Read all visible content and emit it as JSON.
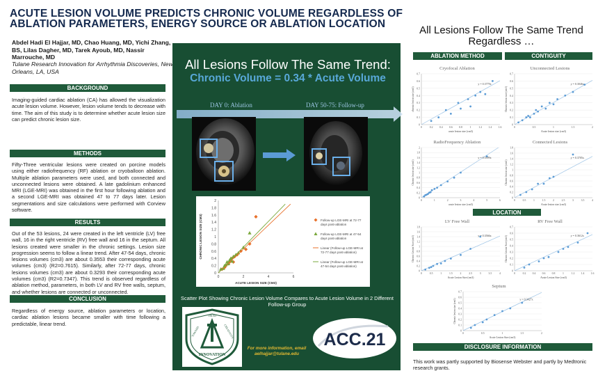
{
  "poster": {
    "title": "ACUTE LESION VOLUME PREDICTS CHRONIC VOLUME REGARDLESS OF ABLATION PARAMETERS, ENERGY SOURCE OR ABLATION LOCATION",
    "authors": "Abdel Hadi El Hajjar, MD, Chao Huang, MD, Yichi Zhang, BS, Lilas Dagher, MD, Tarek Ayoub, MD, Nassir Marrouche, MD",
    "affiliation": "Tulane Research Innovation for Arrhythmia Discoveries, New Orleans, LA, USA"
  },
  "sections": {
    "background": {
      "header": "BACKGROUND",
      "text": "Imaging-guided cardiac ablation (CA) has allowed the visualization acute lesion volume. However, lesion volume tends to decrease with time. The aim of this study is to determine whether acute lesion size can predict chronic lesion size."
    },
    "methods": {
      "header": "METHODS",
      "text": "Fifty-Three ventricular lesions were created on porcine models using either radiofrequency (RF) ablation or cryoballoon ablation. Multiple ablation parameters were used, and both connected and unconnected lesions were obtained. A late gadolinium enhanced MRI (LGE-MRI) was obtained in the first hour following ablation and a second LGE-MRI was obtained 47 to 77 days later. Lesion segmentations and size calculations were performed with Corview software."
    },
    "results": {
      "header": "RESULTS",
      "text": "Out of the 53 lesions, 24 were created in the left ventricle (LV) free wall, 16 in the right ventricle (RV) free wall and 16 in the septum. All lesions created were smaller in the chronic settings. Lesion size progression seems to follow a linear trend. After 47-54 days, chronic lesions volumes (cm3) are about 0.3553 their corresponding acute volumes (cm3) (R2=0.7615). Similarly, after 72-77 days, chronic lesions volumes (cm3) are about 0.3293 their corresponding acute volumes (cm3) (R2=0.7347). This trend is observed regardless of ablation method, parameters, in both LV and RV free walls, septum, and whether lesions are connected or unconnected."
    },
    "conclusion": {
      "header": "CONCLUSION",
      "text": "Regardless of energy source, ablation parameters or location, cardiac ablation lesions became smaller with time following a predictable, linear trend."
    }
  },
  "center": {
    "headline": "All Lesions Follow The Same Trend:",
    "equation": "Chronic Volume = 0.34 * Acute Volume",
    "day0_label": "DAY 0: Ablation",
    "day50_label": "DAY 50-75: Follow-up",
    "caption": "Scatter Plot Showing Chronic Lesion Volume Compares to Acute Lesion Volume in 2 Different Follow-up Group",
    "more_info": "For more information, email aelhajjar@tulane.edu",
    "logo_text": "ACC.21",
    "seal_text": [
      "TOWARD",
      "CREATIVITY",
      "INNOVATION",
      "TRIAD"
    ]
  },
  "colors": {
    "green": "#1f5a3a",
    "navy": "#14294e",
    "orange": "#e8702a",
    "olive": "#7aa83c",
    "blue": "#5b9bd5"
  },
  "right": {
    "title": "All Lesions Follow The Same Trend Regardless …",
    "ablation_header": "ABLATION METHOD",
    "contiguity_header": "CONTIGUITY",
    "location_header": "LOCATION",
    "disclosure_header": "DISCLOSURE INFORMATION",
    "disclosure_text": "This work was partly supported by Biosense Webster and partly by Medtronic research grants."
  },
  "chart_data": [
    {
      "type": "scatter",
      "title": "",
      "xlabel": "ACUTE LESION SIZE (CM3)",
      "ylabel": "CHRONIC LESION SIZE (CM3)",
      "xlim": [
        0,
        6
      ],
      "ylim": [
        0,
        2
      ],
      "xticks": [
        0,
        2,
        4,
        6
      ],
      "yticks": [
        0,
        0.2,
        0.4,
        0.6,
        0.8,
        1,
        1.2,
        1.4,
        1.6,
        1.8,
        2
      ],
      "legend_position": "right",
      "series": [
        {
          "name": "Follow-up LGE-MRI at 72-77 days post-ablation",
          "color": "#e8702a",
          "marker": "diamond",
          "x": [
            0.3,
            0.5,
            0.6,
            0.8,
            0.9,
            1.0,
            1.1,
            1.2,
            1.3,
            1.5,
            1.8,
            2.2,
            2.5,
            3.0
          ],
          "y": [
            0.1,
            0.15,
            0.2,
            0.25,
            0.3,
            0.35,
            0.4,
            0.3,
            0.45,
            0.5,
            0.6,
            0.65,
            0.8,
            1.55
          ]
        },
        {
          "name": "Follow-up LGE-MRI at 47-54 days post-ablation",
          "color": "#7aa83c",
          "marker": "triangle",
          "x": [
            0.2,
            0.4,
            0.5,
            0.6,
            0.7,
            0.8,
            0.9,
            1.0,
            1.1,
            1.2,
            1.4,
            1.6,
            2.0,
            2.5
          ],
          "y": [
            0.1,
            0.12,
            0.2,
            0.22,
            0.3,
            0.25,
            0.35,
            0.4,
            0.32,
            0.45,
            0.5,
            0.55,
            0.7,
            1.1
          ]
        },
        {
          "name": "Linear (Follow-up LGE-MRI at 72-77 days post-ablation)",
          "color": "#e8702a",
          "marker": "line",
          "slope": 0.3293
        },
        {
          "name": "Linear (Follow-up LGE-MRI at 47-54 days post-ablation)",
          "color": "#7aa83c",
          "marker": "line",
          "slope": 0.3553
        }
      ]
    },
    {
      "type": "scatter",
      "title": "Cryofocal Ablation",
      "xlabel": "acute lesion size (cm3)",
      "ylabel": "chronic lesion size (cm3)",
      "xlim": [
        0,
        1.6
      ],
      "ylim": [
        0,
        0.7
      ],
      "xticks": [
        "0",
        "0.2",
        "0.4",
        "0.6",
        "0.8",
        "1",
        "1.2",
        "1.4",
        "1.6"
      ],
      "yticks": [
        "0",
        "0.1",
        "0.2",
        "0.3",
        "0.4",
        "0.5",
        "0.6",
        "0.7"
      ],
      "equation": "y = 0.3779x",
      "x": [
        0.2,
        0.35,
        0.5,
        0.6,
        0.75,
        0.8,
        0.95,
        1.0,
        1.1,
        1.2,
        1.3,
        1.45
      ],
      "y": [
        0.05,
        0.1,
        0.2,
        0.15,
        0.3,
        0.22,
        0.35,
        0.25,
        0.4,
        0.45,
        0.42,
        0.6
      ]
    },
    {
      "type": "scatter",
      "title": "Unconnected Lesions",
      "xlabel": "Acute lesion size (cm3)",
      "ylabel": "Chronic lesion size (cm3)",
      "xlim": [
        0,
        2
      ],
      "ylim": [
        0,
        0.7
      ],
      "xticks": [
        "0",
        "0.5",
        "1",
        "1.5",
        "2"
      ],
      "yticks": [
        "0",
        "0.1",
        "0.2",
        "0.3",
        "0.4",
        "0.5",
        "0.6",
        "0.7"
      ],
      "equation": "y = 0.3046x",
      "x": [
        0.1,
        0.2,
        0.3,
        0.35,
        0.4,
        0.5,
        0.55,
        0.6,
        0.7,
        0.8,
        0.9,
        1.0,
        1.1,
        1.3,
        1.5,
        1.8
      ],
      "y": [
        0.03,
        0.06,
        0.1,
        0.12,
        0.1,
        0.15,
        0.2,
        0.18,
        0.25,
        0.22,
        0.3,
        0.28,
        0.35,
        0.4,
        0.45,
        0.55
      ]
    },
    {
      "type": "scatter",
      "title": "RadioFrequency Ablation",
      "xlabel": "acute lesion size (cm3)",
      "ylabel": "Chronic lesion size (cm3)",
      "xlim": [
        0,
        6
      ],
      "ylim": [
        0,
        2
      ],
      "xticks": [
        "0",
        "1",
        "2",
        "3",
        "4",
        "5",
        "6"
      ],
      "yticks": [
        "0",
        "0.2",
        "0.4",
        "0.6",
        "0.8",
        "1",
        "1.2",
        "1.4",
        "1.6",
        "1.8",
        "2"
      ],
      "equation": "y = 0.3399x",
      "x": [
        0.2,
        0.3,
        0.4,
        0.5,
        0.6,
        0.7,
        0.8,
        1.0,
        1.2,
        1.5,
        2.0,
        2.5,
        3.0,
        5.0
      ],
      "y": [
        0.05,
        0.1,
        0.12,
        0.15,
        0.2,
        0.22,
        0.3,
        0.35,
        0.4,
        0.5,
        0.65,
        0.8,
        1.0,
        1.65
      ]
    },
    {
      "type": "scatter",
      "title": "Connected Lesions",
      "xlabel": "Acute lesion size (cm3)",
      "ylabel": "Chronic lesion size (cm3)",
      "xlim": [
        0,
        4
      ],
      "ylim": [
        0,
        1.8
      ],
      "xticks": [
        "0",
        "0.5",
        "1",
        "1.5",
        "2",
        "2.5",
        "3",
        "3.5",
        "4"
      ],
      "yticks": [
        "0",
        "0.2",
        "0.4",
        "0.6",
        "0.8",
        "1",
        "1.2",
        "1.4",
        "1.6",
        "1.8"
      ],
      "equation": "y = 0.3705x",
      "x": [
        0.3,
        0.6,
        0.9,
        1.2,
        1.5,
        1.8,
        2.0,
        3.0
      ],
      "y": [
        0.1,
        0.2,
        0.3,
        0.5,
        0.5,
        0.7,
        0.75,
        1.55
      ]
    },
    {
      "type": "scatter",
      "title": "LV Free Wall",
      "xlabel": "Acute Lesion Size (cm3)",
      "ylabel": "Chronic Lesion Size (cm3)",
      "xlim": [
        0,
        4
      ],
      "ylim": [
        0,
        1.8
      ],
      "xticks": [
        "0",
        "0.5",
        "1",
        "1.5",
        "2",
        "2.5",
        "3",
        "3.5",
        "4"
      ],
      "yticks": [
        "0",
        "0.2",
        "0.4",
        "0.6",
        "0.8",
        "1",
        "1.2",
        "1.4",
        "1.6",
        "1.8"
      ],
      "equation": "y = 0.3566x",
      "x": [
        0.2,
        0.4,
        0.5,
        0.6,
        0.8,
        1.0,
        1.2,
        1.5,
        2.0,
        2.5,
        3.0
      ],
      "y": [
        0.05,
        0.12,
        0.15,
        0.2,
        0.28,
        0.3,
        0.4,
        0.5,
        0.65,
        0.9,
        1.4
      ]
    },
    {
      "type": "scatter",
      "title": "RV Free Wall",
      "xlabel": "Acute Lesion Size (cm3)",
      "ylabel": "Chronic Lesion Size (cm3)",
      "xlim": [
        0,
        1.6
      ],
      "ylim": [
        0,
        0.7
      ],
      "xticks": [
        "0",
        "0.2",
        "0.4",
        "0.6",
        "0.8",
        "1",
        "1.2",
        "1.4",
        "1.6"
      ],
      "yticks": [
        "0",
        "0.1",
        "0.2",
        "0.3",
        "0.4",
        "0.5",
        "0.6",
        "0.7"
      ],
      "equation": "y = 0.3612x",
      "x": [
        0.2,
        0.3,
        0.5,
        0.6,
        0.7,
        0.9,
        1.0,
        1.1,
        1.3,
        1.5
      ],
      "y": [
        0.05,
        0.1,
        0.15,
        0.2,
        0.22,
        0.3,
        0.35,
        0.38,
        0.45,
        0.6
      ]
    },
    {
      "type": "scatter",
      "title": "Septum",
      "xlabel": "Acute Lesion Size (cm3)",
      "ylabel": "Chronic lesion size (cm3)",
      "xlim": [
        0,
        2
      ],
      "ylim": [
        0,
        0.7
      ],
      "xticks": [
        "0",
        "0.5",
        "1",
        "1.5",
        "2"
      ],
      "yticks": [
        "0",
        "0.1",
        "0.2",
        "0.3",
        "0.4",
        "0.5",
        "0.6",
        "0.7"
      ],
      "equation": "y = 0.3427x",
      "x": [
        0.2,
        0.3,
        0.5,
        0.6,
        0.8,
        1.0,
        1.2,
        1.5
      ],
      "y": [
        0.05,
        0.1,
        0.15,
        0.2,
        0.28,
        0.35,
        0.4,
        0.5
      ]
    }
  ]
}
